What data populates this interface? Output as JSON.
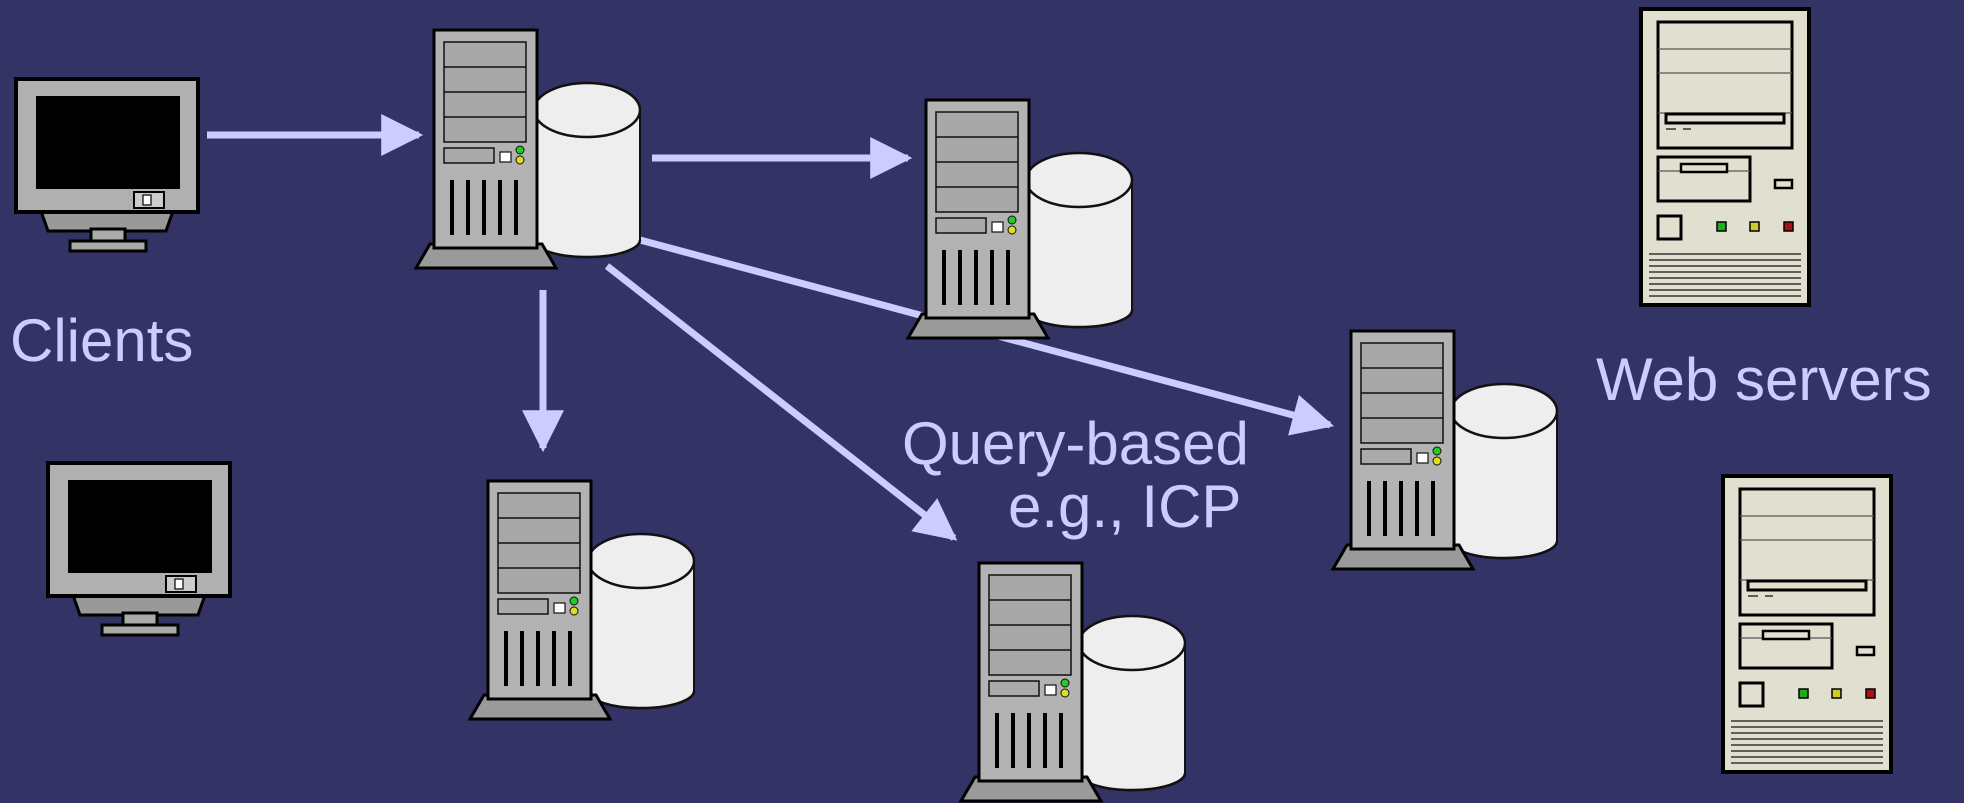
{
  "colors": {
    "background": "#333366",
    "arrow": "#ccccff",
    "label": "#ccccff",
    "tower_case": "#b3b3b3",
    "disk": "#eeeeee",
    "desktop_case": "#e0dfd0",
    "led_green": "#22cc22",
    "led_yellow": "#dddd22",
    "led_red": "#aa1111"
  },
  "labels": {
    "clients": "Clients",
    "web_servers": "Web servers",
    "query_line1": "Query-based",
    "query_line2": "e.g., ICP"
  },
  "icons": {
    "client": "monitor-icon",
    "proxy": "server-tower-icon",
    "cache": "database-cylinder-icon",
    "web_server": "desktop-computer-icon"
  },
  "nodes": {
    "clients": [
      "client-1",
      "client-2"
    ],
    "proxy_caches": [
      "proxy-cache-main",
      "proxy-cache-a",
      "proxy-cache-b",
      "proxy-cache-c",
      "proxy-cache-d"
    ],
    "web_servers": [
      "web-server-1",
      "web-server-2"
    ]
  },
  "edges": [
    {
      "from": "client-1",
      "to": "proxy-cache-main"
    },
    {
      "from": "proxy-cache-main",
      "to": "proxy-cache-a"
    },
    {
      "from": "proxy-cache-main",
      "to": "proxy-cache-b"
    },
    {
      "from": "proxy-cache-main",
      "to": "proxy-cache-c"
    },
    {
      "from": "proxy-cache-main",
      "to": "proxy-cache-d"
    }
  ]
}
